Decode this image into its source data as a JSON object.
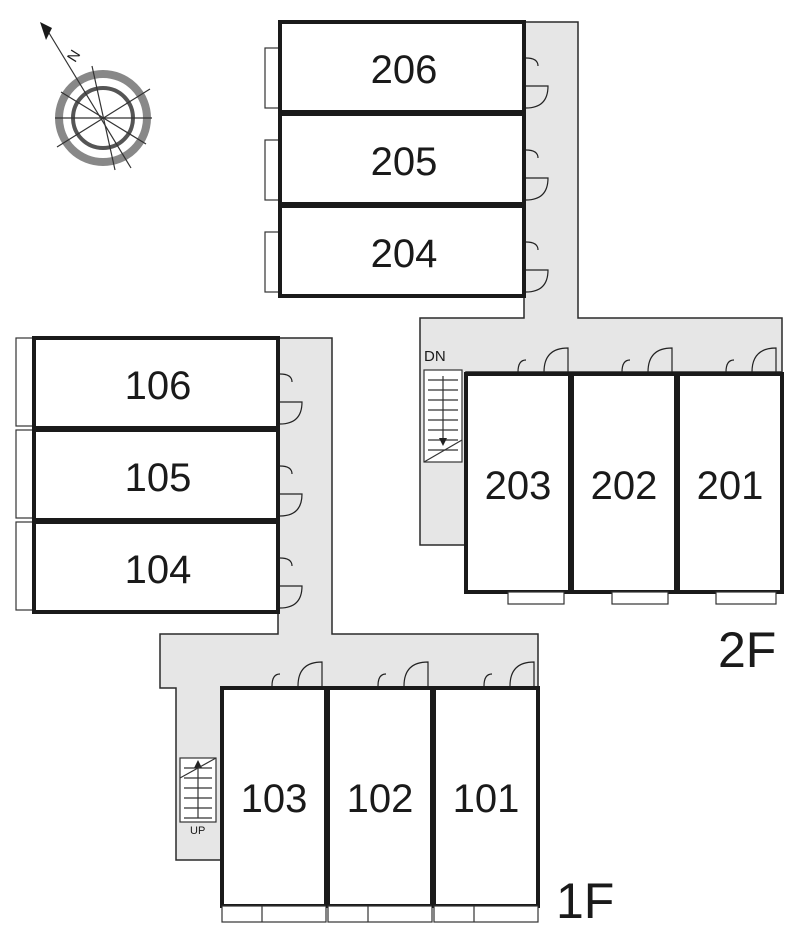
{
  "compass": {
    "letter": "N"
  },
  "floors": {
    "second": {
      "label": "2F",
      "stair_label": "DN",
      "units": [
        "206",
        "205",
        "204",
        "203",
        "202",
        "201"
      ]
    },
    "first": {
      "label": "1F",
      "stair_label": "UP",
      "units": [
        "106",
        "105",
        "104",
        "103",
        "102",
        "101"
      ]
    }
  }
}
